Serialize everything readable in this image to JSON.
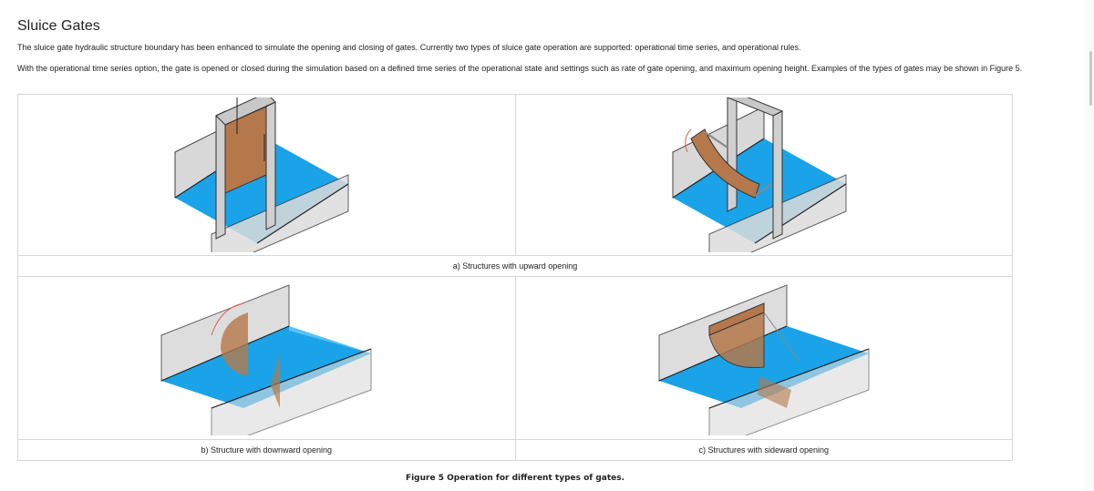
{
  "page": {
    "title": "Sluice Gates",
    "paragraph1": "The sluice gate hydraulic structure boundary has been enhanced to simulate the opening and closing of gates.  Currently two types of sluice gate operation are supported: operational time series, and operational rules.",
    "paragraph2": "With the operational time series option, the gate is opened or closed during the simulation based on a defined time series of the operational state and settings such as rate of gate opening, and maximum opening height.  Examples of the types of gates may be shown in Figure 5."
  },
  "figure": {
    "caption_a": "a) Structures with upward opening",
    "caption_b": "b) Structure with downward opening",
    "caption_c": "c) Structures with sideward opening",
    "figure_caption": "Figure 5  Operation for different types of gates.",
    "colors": {
      "water": "#1aa3e8",
      "water_light": "#56c3f2",
      "gate": "#b5784a",
      "wall": "#d4d4d4",
      "frame": "#cfcfcf"
    }
  }
}
